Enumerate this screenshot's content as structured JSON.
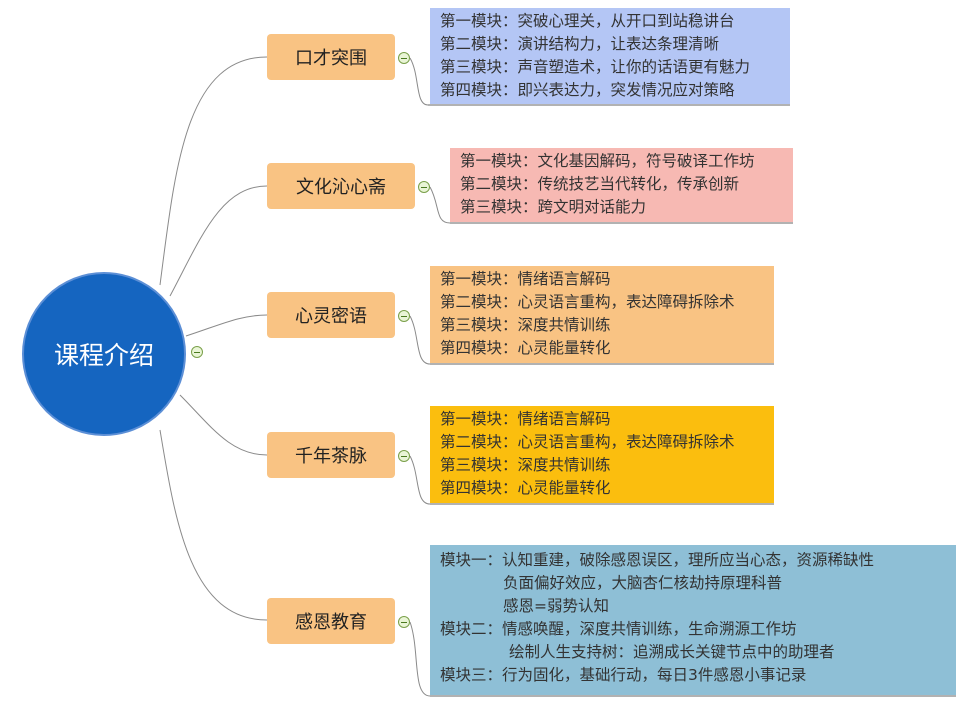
{
  "root": {
    "label": "课程介绍"
  },
  "branches": [
    {
      "label": "口才突围",
      "color": "#b4c6f5",
      "items": [
        "第一模块：突破心理关，从开口到站稳讲台",
        "第二模块：演讲结构力，让表达条理清晰",
        "第三模块：声音塑造术，让你的话语更有魅力",
        "第四模块：即兴表达力，突发情况应对策略"
      ]
    },
    {
      "label": "文化沁心斋",
      "color": "#f7b9b3",
      "items": [
        "第一模块：文化基因解码，符号破译工作坊",
        "第二模块：传统技艺当代转化，传承创新",
        "第三模块：跨文明对话能力"
      ]
    },
    {
      "label": "心灵密语",
      "color": "#f9c383",
      "items": [
        "第一模块：情绪语言解码",
        "第二模块：心灵语言重构，表达障碍拆除术",
        "第三模块：深度共情训练",
        "第四模块：心灵能量转化"
      ]
    },
    {
      "label": "千年茶脉",
      "color": "#fbbe0e",
      "items": [
        "第一模块：情绪语言解码",
        "第二模块：心灵语言重构，表达障碍拆除术",
        "第三模块：深度共情训练",
        "第四模块：心灵能量转化"
      ]
    },
    {
      "label": "感恩教育",
      "color": "#8ebfd6",
      "items": [
        "模块一：认知重建，破除感恩误区，理所应当心态，资源稀缺性",
        "负面偏好效应，大脑杏仁核劫持原理科普",
        "感恩=弱势认知",
        "模块二：情感唤醒，深度共情训练，生命溯源工作坊",
        "绘制人生支持树：追溯成长关键节点中的助理者",
        "模块三：行为固化，基础行动，每日3件感恩小事记录"
      ]
    }
  ]
}
